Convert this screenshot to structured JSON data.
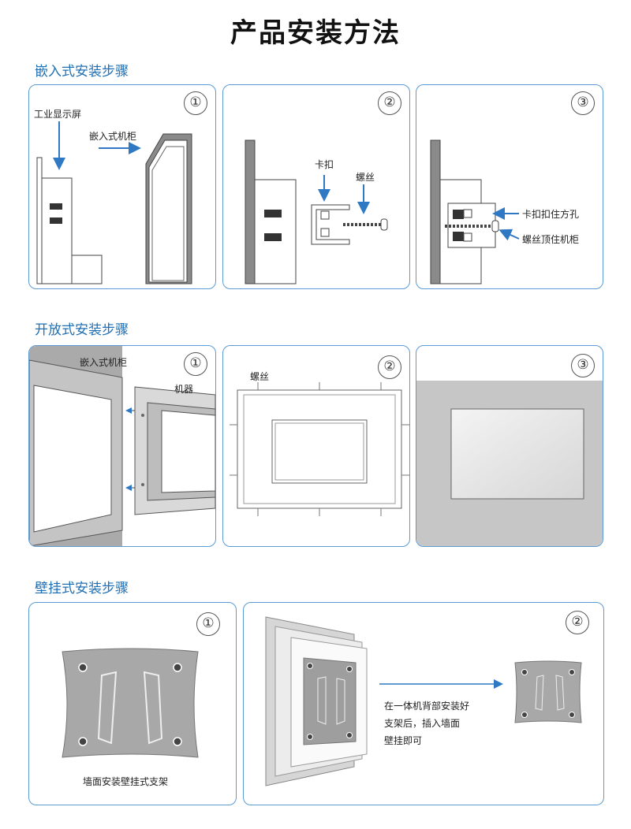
{
  "page_title": "产品安装方法",
  "sections": {
    "embedded": {
      "title": "嵌入式安装步骤",
      "steps": [
        "①",
        "②",
        "③"
      ],
      "labels": {
        "industrial_display": "工业显示屏",
        "embedded_cabinet": "嵌入式机柜",
        "clip": "卡扣",
        "screw": "螺丝",
        "clip_hole": "卡扣扣住方孔",
        "screw_cabinet": "螺丝顶住机柜"
      }
    },
    "open": {
      "title": "开放式安装步骤",
      "steps": [
        "①",
        "②",
        "③"
      ],
      "labels": {
        "embedded_cabinet": "嵌入式机柜",
        "machine": "机器",
        "screw": "螺丝"
      }
    },
    "wall": {
      "title": "壁挂式安装步骤",
      "steps": [
        "①",
        "②"
      ],
      "labels": {
        "bracket": "墙面安装壁挂式支架",
        "instruction_line1": "在一体机背部安装好",
        "instruction_line2": "支架后，插入墙面",
        "instruction_line3": "壁挂即可"
      }
    }
  },
  "colors": {
    "accent": "#5b9bd5",
    "section_title": "#1f6fb5",
    "arrow": "#2f78c4"
  }
}
